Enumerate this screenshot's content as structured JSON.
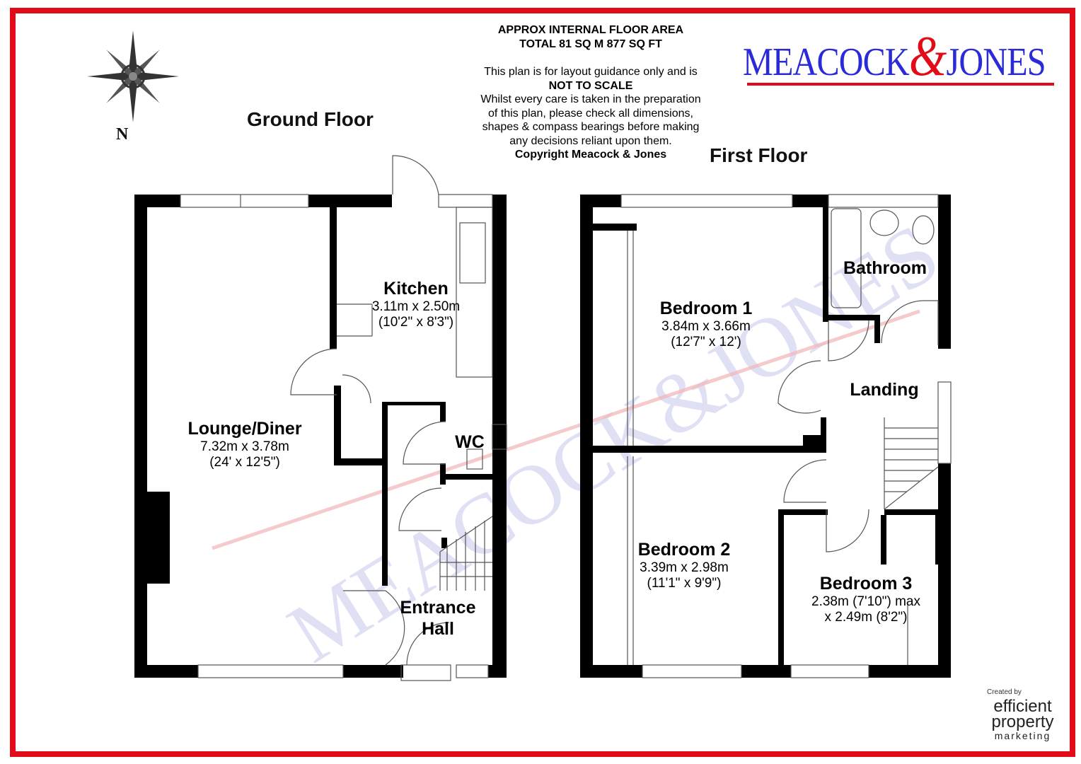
{
  "header": {
    "line1": "APPROX INTERNAL FLOOR AREA",
    "line2": "TOTAL 81 SQ M 877 SQ FT",
    "disclaimer1": "This plan is for layout guidance only and is",
    "disclaimer2": "NOT TO SCALE",
    "disclaimer3": "Whilst every care is taken in the preparation",
    "disclaimer4": "of this plan, please check all dimensions,",
    "disclaimer5": "shapes & compass bearings before making",
    "disclaimer6": "any decisions reliant upon them.",
    "copyright": "Copyright Meacock & Jones"
  },
  "logo": {
    "left": "MEACOCK",
    "amp": "&",
    "right": "JONES",
    "brand_color": "#2a2ad8",
    "accent_color": "#e10c17"
  },
  "compass": {
    "north_label": "N"
  },
  "floors": {
    "ground": {
      "title": "Ground Floor"
    },
    "first": {
      "title": "First Floor"
    }
  },
  "rooms": {
    "kitchen": {
      "name": "Kitchen",
      "dim_m": "3.11m x 2.50m",
      "dim_ft": "(10'2\" x 8'3\")"
    },
    "lounge": {
      "name": "Lounge/Diner",
      "dim_m": "7.32m x 3.78m",
      "dim_ft": "(24' x 12'5\")"
    },
    "wc": {
      "name": "WC"
    },
    "entrance": {
      "name1": "Entrance",
      "name2": "Hall"
    },
    "bedroom1": {
      "name": "Bedroom 1",
      "dim_m": "3.84m x 3.66m",
      "dim_ft": "(12'7\" x 12')"
    },
    "bathroom": {
      "name": "Bathroom"
    },
    "landing": {
      "name": "Landing"
    },
    "bedroom2": {
      "name": "Bedroom 2",
      "dim_m": "3.39m x 2.98m",
      "dim_ft": "(11'1\" x 9'9\")"
    },
    "bedroom3": {
      "name": "Bedroom 3",
      "dim_m": "2.38m (7'10\") max",
      "dim_ft": "x 2.49m (8'2\")"
    }
  },
  "credit": {
    "created_by": "Created by",
    "line1": "efficient",
    "line2": "property",
    "line3": "marketing"
  }
}
